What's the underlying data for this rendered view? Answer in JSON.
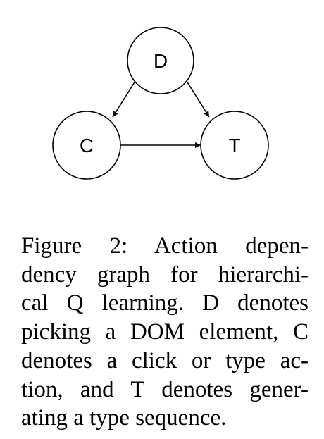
{
  "diagram": {
    "nodes": [
      {
        "id": "D",
        "label": "D"
      },
      {
        "id": "C",
        "label": "C"
      },
      {
        "id": "T",
        "label": "T"
      }
    ],
    "edges": [
      {
        "from": "D",
        "to": "C"
      },
      {
        "from": "D",
        "to": "T"
      },
      {
        "from": "C",
        "to": "T"
      }
    ]
  },
  "caption": {
    "lines": [
      "Figure 2:  Action depen-",
      "dency graph for hierarchi-",
      "cal Q learning.  D denotes",
      "picking a DOM element, C",
      "denotes a click or type ac-",
      "tion, and T denotes gener-",
      "ating a type sequence."
    ]
  }
}
